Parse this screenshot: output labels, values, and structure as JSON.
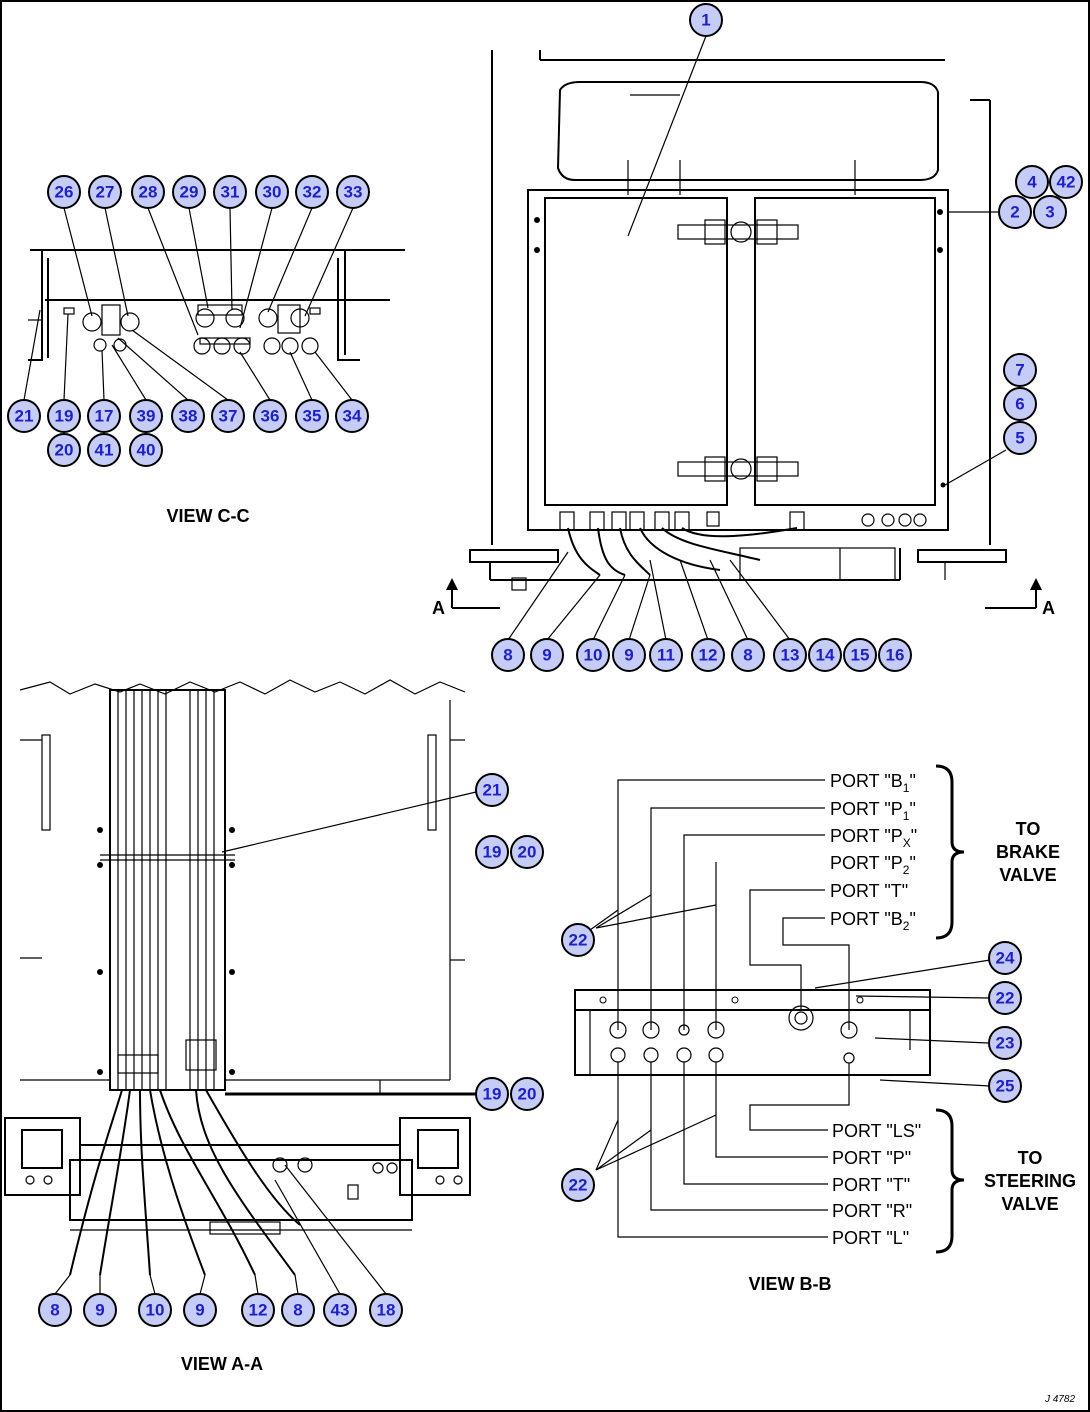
{
  "views": {
    "view_c": "VIEW C-C",
    "view_a": "VIEW A-A",
    "view_b": "VIEW B-B"
  },
  "section_markers": {
    "left": "A",
    "right": "A"
  },
  "brake_ports": [
    {
      "label": "PORT \"B",
      "sub": "1",
      "end": "\""
    },
    {
      "label": "PORT \"P",
      "sub": "1",
      "end": "\""
    },
    {
      "label": "PORT \"P",
      "sub": "X",
      "end": "\""
    },
    {
      "label": "PORT \"P",
      "sub": "2",
      "end": "\""
    },
    {
      "label": "PORT \"T\"",
      "sub": "",
      "end": ""
    },
    {
      "label": "PORT \"B",
      "sub": "2",
      "end": "\""
    }
  ],
  "steering_ports": [
    "PORT \"LS\"",
    "PORT \"P\"",
    "PORT \"T\"",
    "PORT \"R\"",
    "PORT \"L\""
  ],
  "brake_group": [
    "TO",
    "BRAKE",
    "VALVE"
  ],
  "steering_group": [
    "TO",
    "STEERING",
    "VALVE"
  ],
  "drawing_code": "J 4782",
  "callouts": {
    "main_top": "1",
    "main_right_top": [
      "4",
      "42",
      "2",
      "3"
    ],
    "main_right_mid": [
      "7",
      "6",
      "5"
    ],
    "main_bottom": [
      "8",
      "9",
      "10",
      "9",
      "11",
      "12",
      "8",
      "13",
      "14",
      "15",
      "16"
    ],
    "c_top": [
      "26",
      "27",
      "28",
      "29",
      "31",
      "30",
      "32",
      "33"
    ],
    "c_bottom": [
      "21",
      "19",
      "17",
      "39",
      "38",
      "37",
      "36",
      "35",
      "34"
    ],
    "c_bottom2": [
      "20",
      "41",
      "40"
    ],
    "a_right": [
      "21",
      "19",
      "20",
      "19",
      "20"
    ],
    "a_bottom": [
      "8",
      "9",
      "10",
      "9",
      "12",
      "8",
      "43",
      "18"
    ],
    "b_items": [
      "22",
      "24",
      "22",
      "23",
      "25",
      "22"
    ]
  }
}
